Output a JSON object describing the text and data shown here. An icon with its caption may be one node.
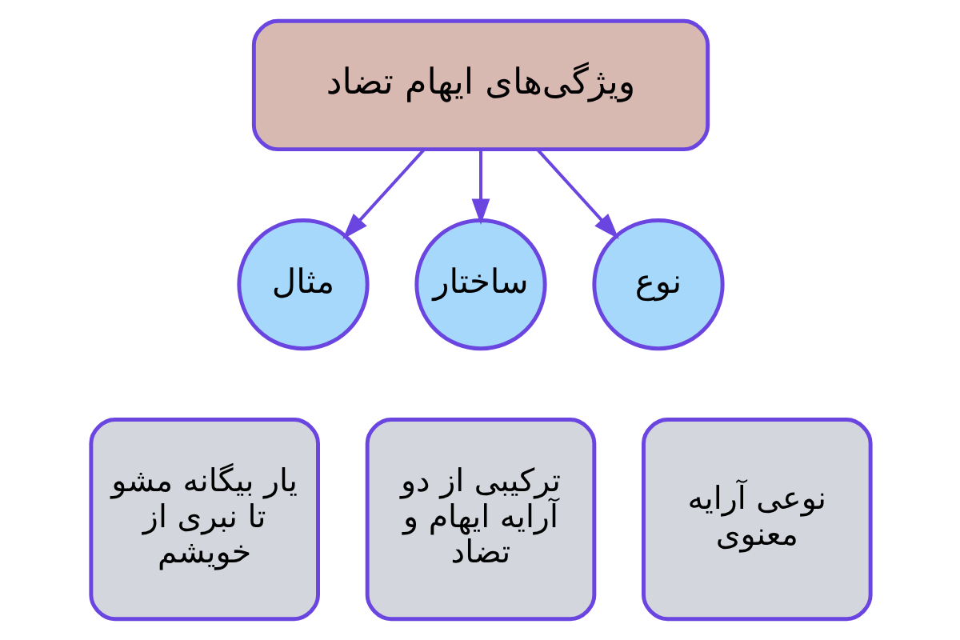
{
  "diagram": {
    "nodes": [
      {
        "text": [
          "ویژگی‌های ایهام تضاد"
        ]
      },
      {
        "text": [
          "نوع"
        ]
      },
      {
        "text": [
          "ساختار"
        ]
      },
      {
        "text": [
          "مثال"
        ]
      },
      {
        "text": [
          "نوعی آرایه معنوی"
        ]
      },
      {
        "text": [
          "ترکیبی از دو آرایه ایهام و تضاد"
        ]
      },
      {
        "text": [
          "یار بیگانه مشو تا نبری از خویشم"
        ]
      }
    ],
    "edges": [
      {
        "from": 0,
        "to": 1,
        "arrow": "to"
      },
      {
        "from": 0,
        "to": 2,
        "arrow": "to"
      },
      {
        "from": 0,
        "to": 3,
        "arrow": "to"
      }
    ]
  }
}
